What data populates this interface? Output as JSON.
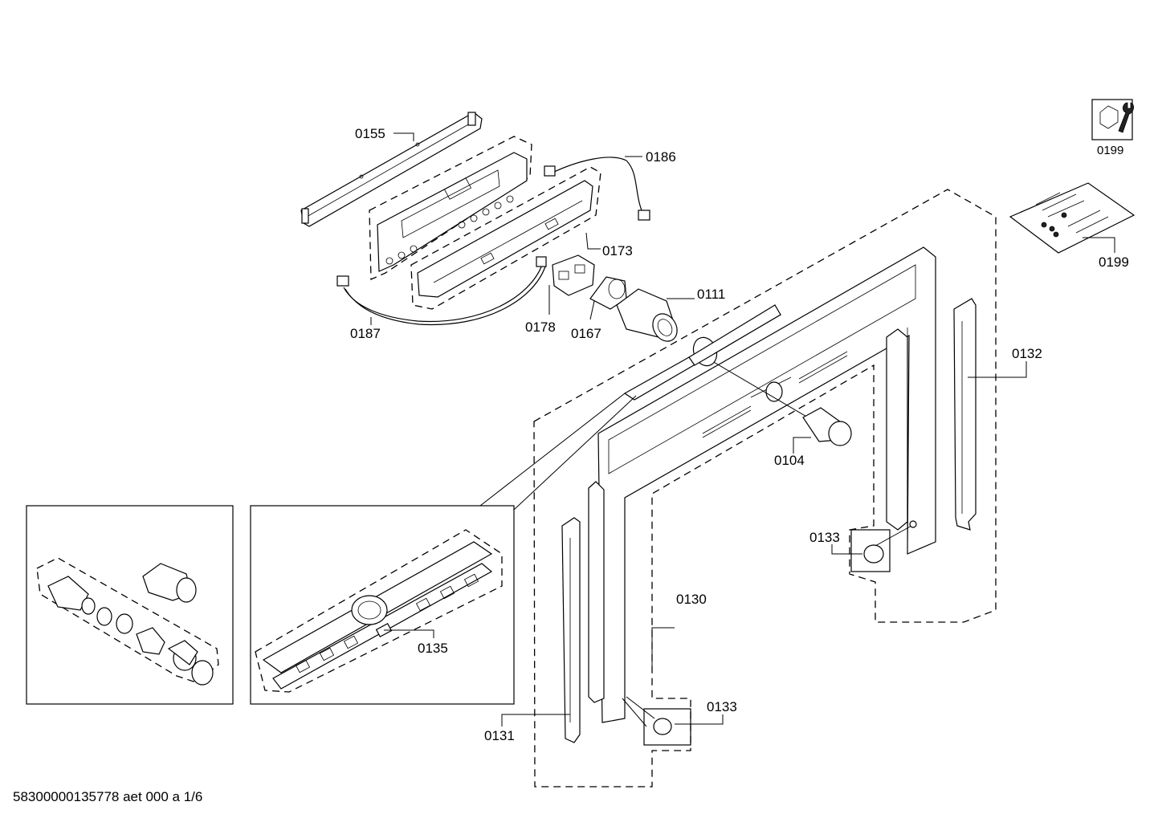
{
  "parts": {
    "p0155": "0155",
    "p0186": "0186",
    "p0173": "0173",
    "p0111": "0111",
    "p0178": "0178",
    "p0167": "0167",
    "p0187": "0187",
    "p0199_icon": "0199",
    "p0199_bag": "0199",
    "p0132": "0132",
    "p0104": "0104",
    "p0133_right": "0133",
    "p0130": "0130",
    "p0133_bottom": "0133",
    "p0135": "0135",
    "p0131": "0131"
  },
  "footer": "58300000135778 aet 000 a 1/6"
}
